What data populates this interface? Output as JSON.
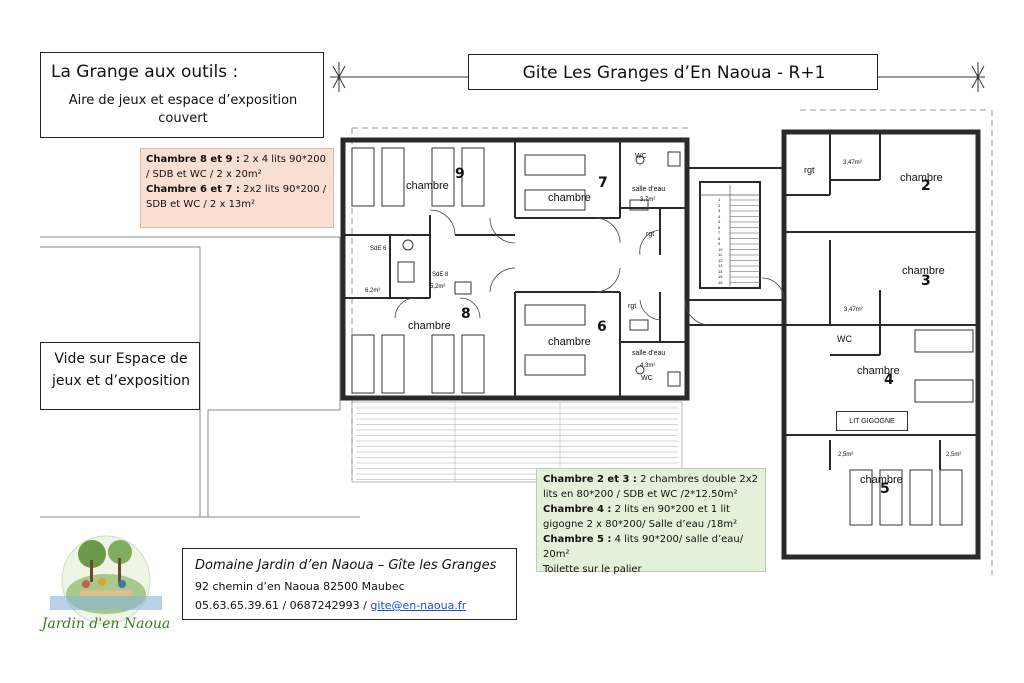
{
  "header": {
    "grange_title": "La Grange aux outils :",
    "grange_subtitle_1": "Aire de jeux et espace d’exposition",
    "grange_subtitle_2": "couvert",
    "gite_title": "Gite Les Granges d’En Naoua - R+1"
  },
  "void_note": {
    "line1": "Vide sur Espace de",
    "line2": "jeux et d’exposition"
  },
  "rooms_left_note": {
    "c89_bold": "Chambre 8 et 9 :",
    "c89_text": " 2 x 4 lits 90*200 / SDB et WC / 2 x 20m²",
    "c67_bold": "Chambre 6 et 7 :",
    "c67_text": " 2x2 lits 90*200 / SDB et WC / 2 x 13m²"
  },
  "rooms_right_note": {
    "c23_bold": "Chambre 2 et 3 :",
    "c23_text": " 2 chambres double 2x2 lits en 80*200 / SDB et WC /2*12.50m²",
    "c4_bold": "Chambre 4 :",
    "c4_text": " 2 lits en 90*200 et 1 lit gigogne 2 x 80*200/ Salle d’eau /18m²",
    "c5_bold": "Chambre 5 :",
    "c5_text": " 4 lits 90*200/ salle d’eau/ 20m²",
    "toilet": "Toilette sur le palier"
  },
  "contact": {
    "name": "Domaine Jardin d’en Naoua – Gîte les Granges",
    "address": "92 chemin d’en Naoua 82500 Maubec",
    "phones": "05.63.65.39.61 / 0687242993 / ",
    "email": "gite@en-naoua.fr"
  },
  "logo": {
    "text": "Jardin d'en Naoua"
  },
  "plan": {
    "chambre": "chambre",
    "room_numbers": [
      "9",
      "7",
      "8",
      "6",
      "2",
      "3",
      "4",
      "5"
    ],
    "wc": "WC",
    "salle_eau": "salle d'eau",
    "rgt": "rgt",
    "sde6": "SdE 6",
    "sde8": "SdE 8",
    "area_52": "5,2m²",
    "area_62": "6,2m²",
    "area_37": "3,7m²",
    "area_43": "4,3m²",
    "area_347": "3,47m²",
    "area_25": "2,5m²",
    "lit_gigogne": "LIT GIGOGNE",
    "stair_numbers": [
      "1",
      "2",
      "3",
      "4",
      "5",
      "6",
      "7",
      "8",
      "9",
      "10",
      "11",
      "12",
      "13",
      "14",
      "15",
      "16"
    ]
  },
  "colors": {
    "left_note_bg": "#f9dfd1",
    "right_note_bg": "#e3f0da",
    "wall": "#2a2a2a",
    "email_link": "#1f4fd1"
  }
}
